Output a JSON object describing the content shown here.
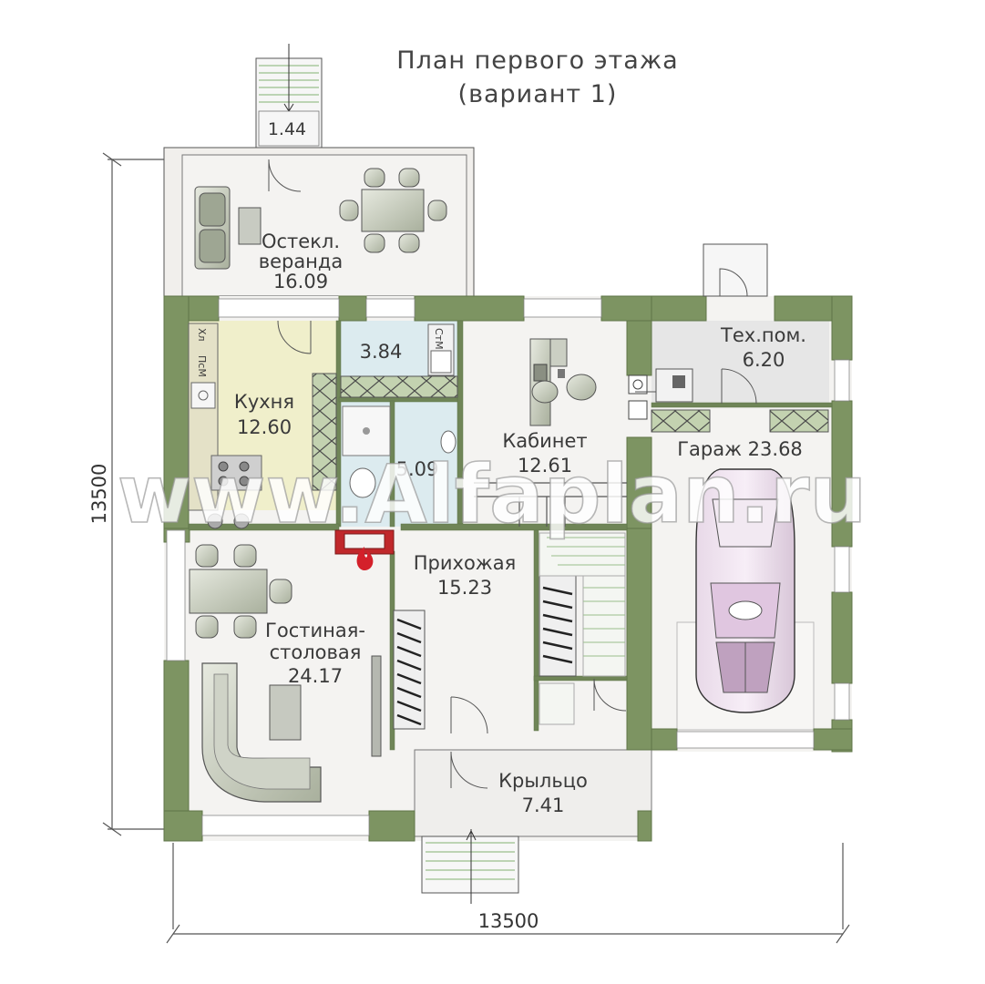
{
  "title": {
    "line1": "План первого этажа",
    "line2": "(вариант 1)"
  },
  "rooms": {
    "veranda": {
      "name1": "Остекл.",
      "name2": "веранда",
      "area": "16.09"
    },
    "stair_top": {
      "area": "1.44"
    },
    "kitchen": {
      "name": "Кухня",
      "area": "12.60"
    },
    "wc_small": {
      "area": "3.84"
    },
    "bath": {
      "area": "5.09"
    },
    "office": {
      "name": "Кабинет",
      "area": "12.61"
    },
    "tech": {
      "name": "Тех.пом.",
      "area": "6.20"
    },
    "garage": {
      "name": "Гараж 23.68"
    },
    "hall": {
      "name": "Прихожая",
      "area": "15.23"
    },
    "living": {
      "name1": "Гостиная-",
      "name2": "столовая",
      "area": "24.17"
    },
    "porch": {
      "name": "Крыльцо",
      "area": "7.41"
    }
  },
  "appliance_labels": {
    "fridge": "Хл",
    "dishwasher": "ПсМ",
    "washer": "СтМ"
  },
  "dimensions": {
    "width": "13500",
    "height": "13500"
  },
  "watermark": "www.Alfaplan.ru",
  "colors": {
    "wall": "#7d9462",
    "wall_dark": "#5f7548",
    "floor": "#f3f2f0",
    "kitchen": "#f0efcb",
    "furniture": "#cdd1c4",
    "fireplace": "#c0282b"
  }
}
